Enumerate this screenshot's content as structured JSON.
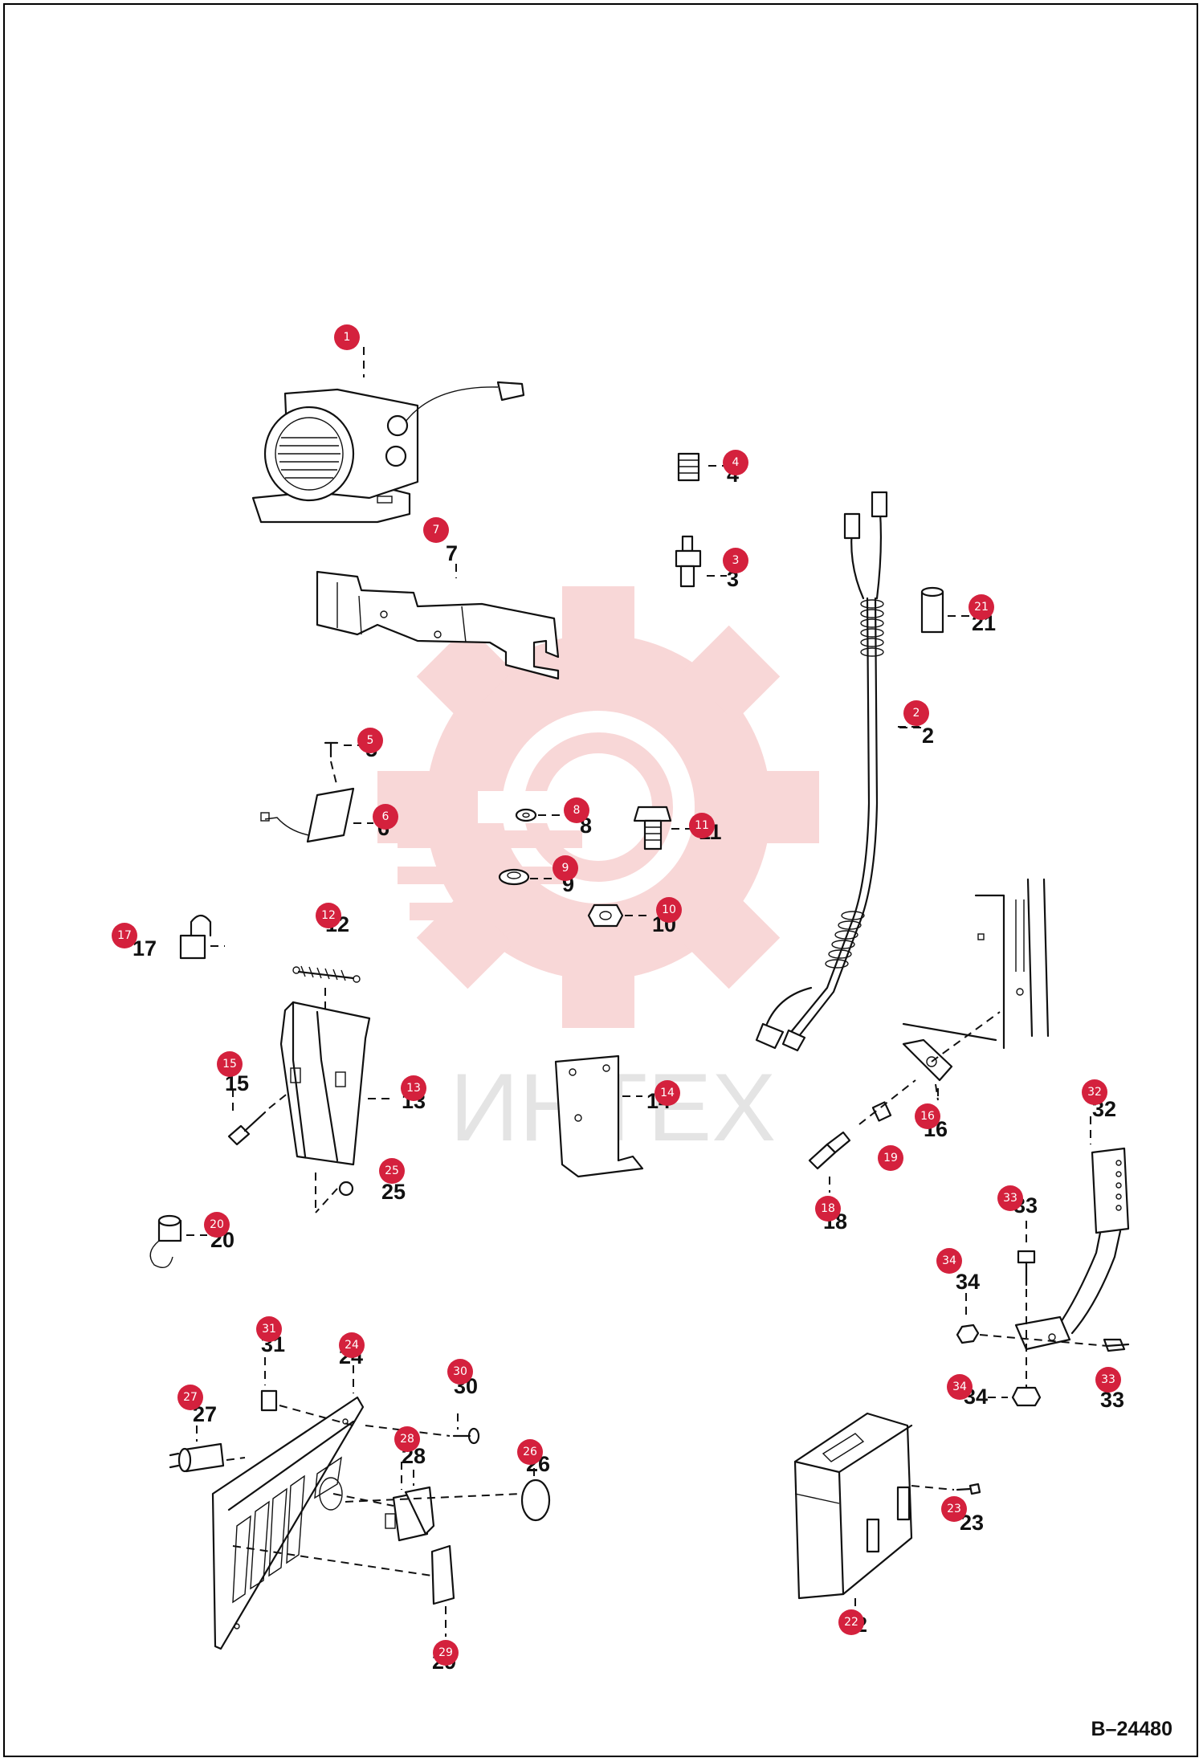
{
  "drawing_id": "B–24480",
  "watermark": {
    "text": "ИНТЕХ",
    "color": "#f4b7b7"
  },
  "callout_color": "#d4213d",
  "parts": [
    {
      "id": "1",
      "label": "",
      "callout": "1"
    },
    {
      "id": "2",
      "label": "2",
      "callout": "2"
    },
    {
      "id": "3",
      "label": "3",
      "callout": "3"
    },
    {
      "id": "4",
      "label": "4",
      "callout": "4"
    },
    {
      "id": "5",
      "label": "5",
      "callout": "5"
    },
    {
      "id": "6",
      "label": "6",
      "callout": "6"
    },
    {
      "id": "7",
      "label": "7",
      "callout": "7"
    },
    {
      "id": "8",
      "label": "8",
      "callout": "8"
    },
    {
      "id": "9",
      "label": "9",
      "callout": "9"
    },
    {
      "id": "10",
      "label": "10",
      "callout": "10"
    },
    {
      "id": "11",
      "label": "11",
      "callout": "11"
    },
    {
      "id": "12",
      "label": "12",
      "callout": "12"
    },
    {
      "id": "13",
      "label": "13",
      "callout": "13"
    },
    {
      "id": "14",
      "label": "14",
      "callout": "14"
    },
    {
      "id": "15",
      "label": "15",
      "callout": "15"
    },
    {
      "id": "16",
      "label": "16",
      "callout": "16"
    },
    {
      "id": "17",
      "label": "17",
      "callout": "17"
    },
    {
      "id": "18",
      "label": "18",
      "callout": "18"
    },
    {
      "id": "19",
      "label": "",
      "callout": "19"
    },
    {
      "id": "20",
      "label": "20",
      "callout": "20"
    },
    {
      "id": "21",
      "label": "21",
      "callout": "21"
    },
    {
      "id": "22",
      "label": "22",
      "callout": "22"
    },
    {
      "id": "23",
      "label": "23",
      "callout": "23"
    },
    {
      "id": "24",
      "label": "24",
      "callout": "24"
    },
    {
      "id": "25",
      "label": "25",
      "callout": "25"
    },
    {
      "id": "26",
      "label": "26",
      "callout": "26"
    },
    {
      "id": "27",
      "label": "27",
      "callout": "27"
    },
    {
      "id": "28",
      "label": "28",
      "callout": "28"
    },
    {
      "id": "29",
      "label": "29",
      "callout": "29"
    },
    {
      "id": "30",
      "label": "30",
      "callout": "30"
    },
    {
      "id": "31",
      "label": "31",
      "callout": "31"
    },
    {
      "id": "32",
      "label": "32",
      "callout": "32"
    },
    {
      "id": "33",
      "label": "33",
      "callout": "33"
    },
    {
      "id": "34",
      "label": "34",
      "callout": "34"
    }
  ],
  "extra_callouts": [
    {
      "id": "33b",
      "callout": "33",
      "label": "33"
    },
    {
      "id": "34b",
      "callout": "34",
      "label": "34"
    }
  ]
}
